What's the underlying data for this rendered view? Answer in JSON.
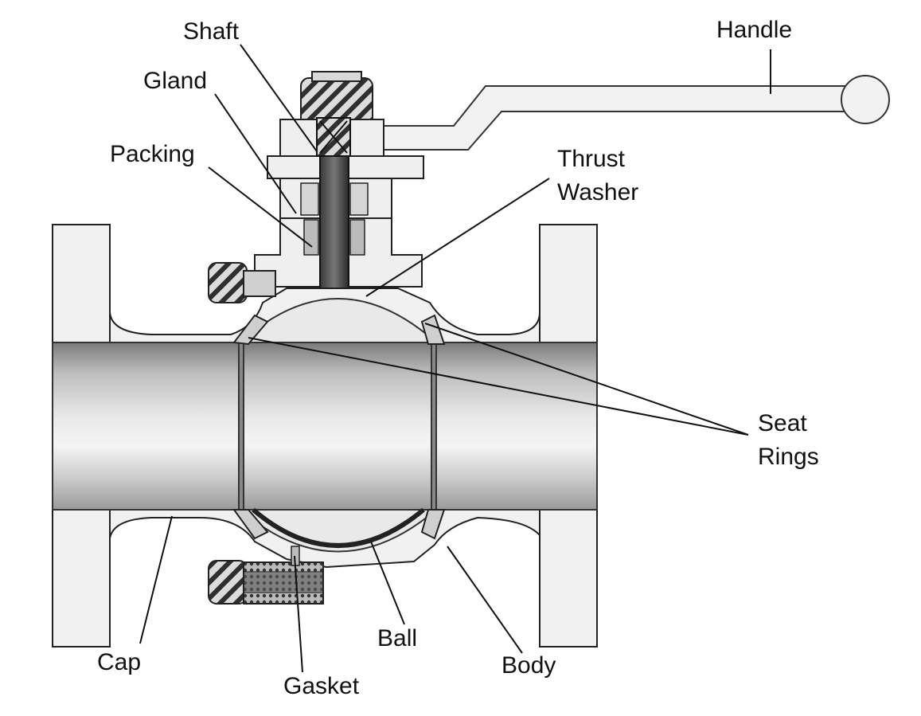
{
  "labels": {
    "shaft": "Shaft",
    "handle": "Handle",
    "gland": "Gland",
    "packing": "Packing",
    "thrust_line1": "Thrust",
    "thrust_line2": "Washer",
    "seat_line1": "Seat",
    "seat_line2": "Rings",
    "cap": "Cap",
    "gasket": "Gasket",
    "ball": "Ball",
    "body": "Body"
  },
  "colors": {
    "ink": "#222222",
    "fill": "#efefef",
    "pipe_dark": "#8c8c8c",
    "pipe_light": "#e8e8e8",
    "hatch": "#333333"
  }
}
